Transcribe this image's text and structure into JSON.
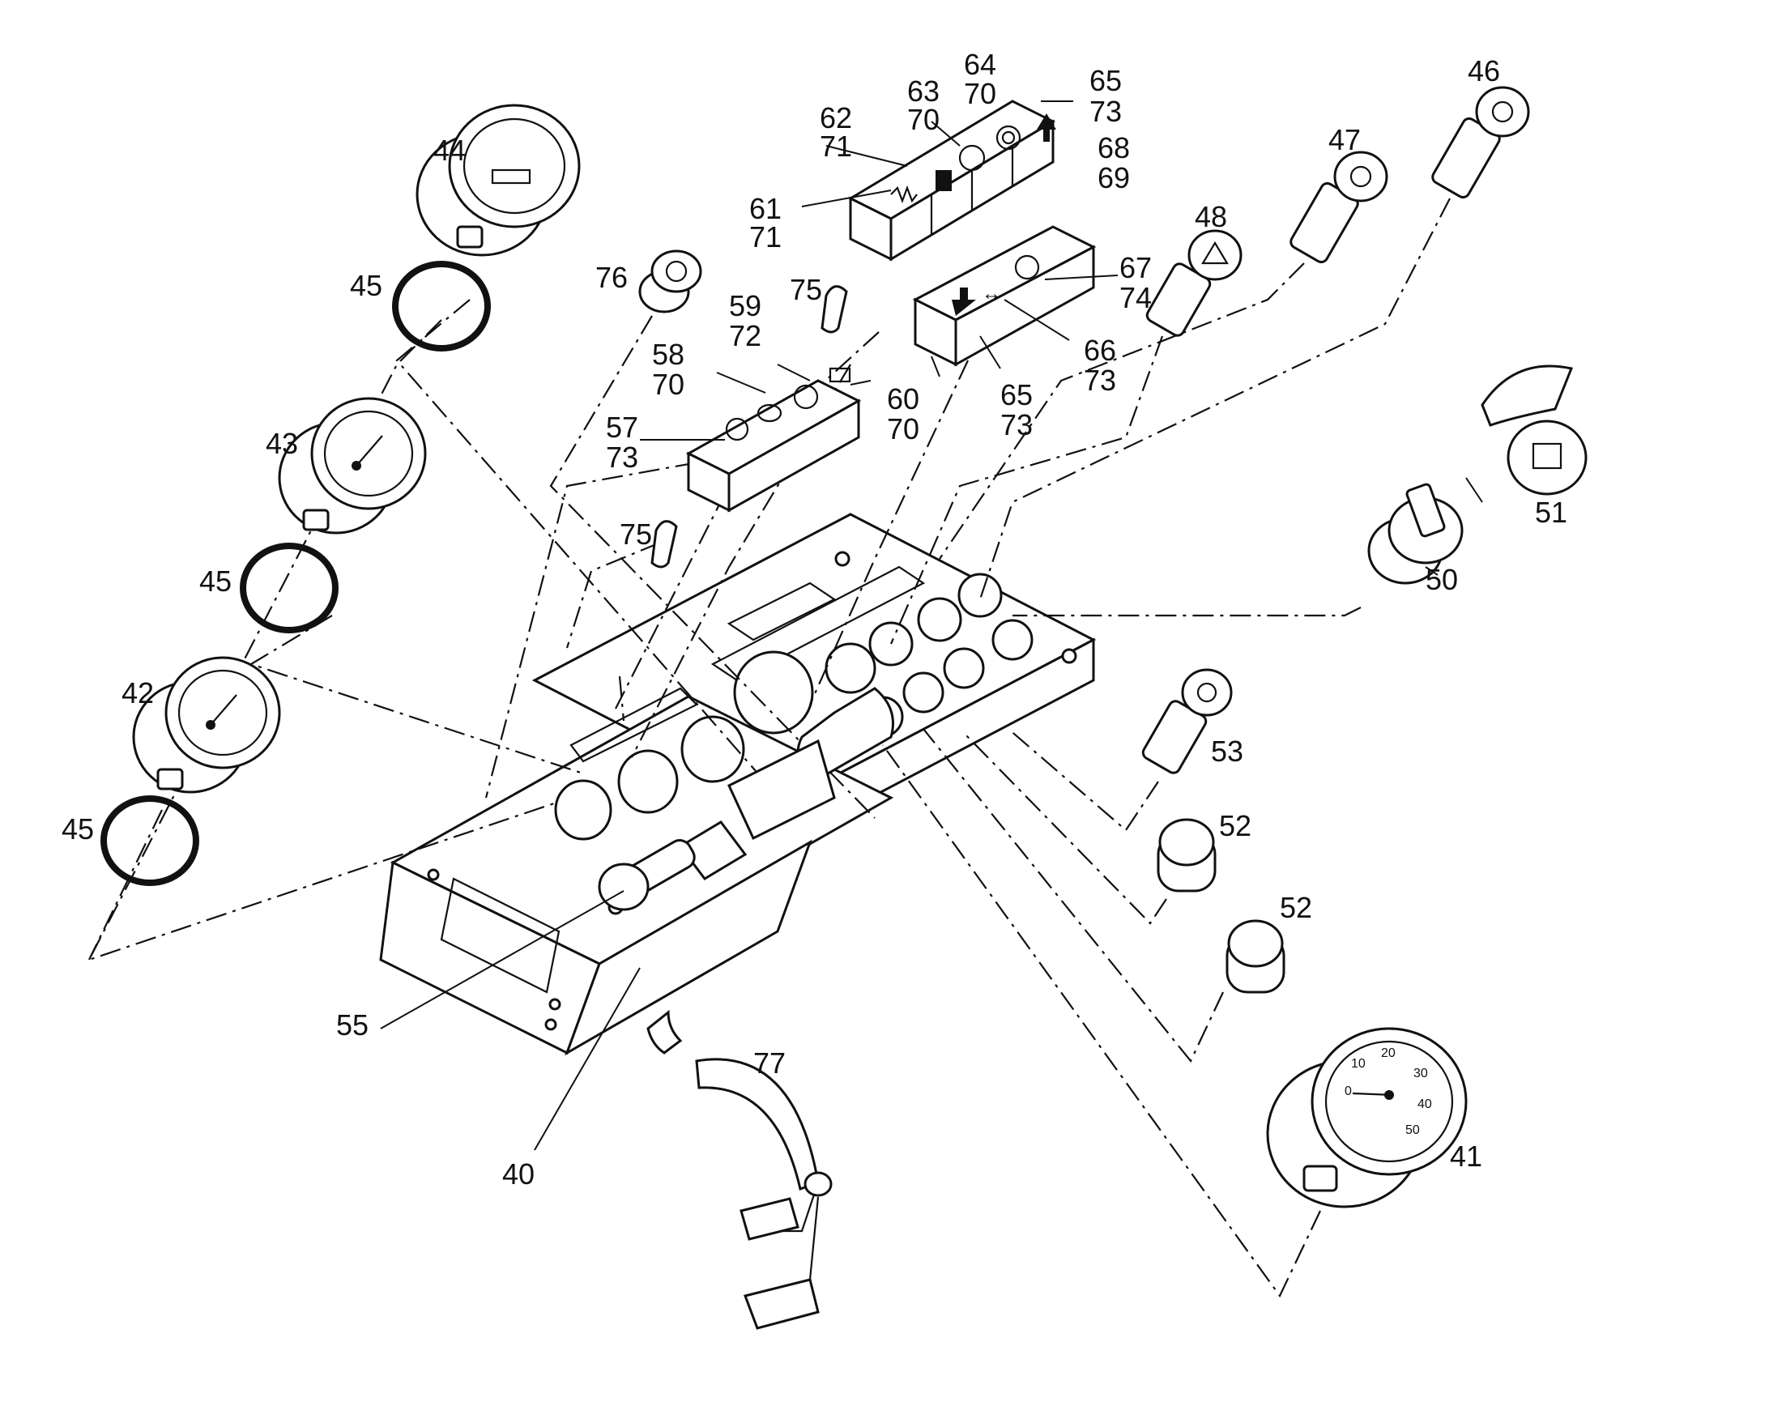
{
  "callouts": {
    "c40": "40",
    "c41": "41",
    "c42": "42",
    "c43": "43",
    "c44": "44",
    "c45a": "45",
    "c45b": "45",
    "c45c": "45",
    "c46": "46",
    "c47": "47",
    "c48": "48",
    "c50": "50",
    "c51": "51",
    "c52a": "52",
    "c52b": "52",
    "c53": "53",
    "c55": "55",
    "c57": "57",
    "c73a": "73",
    "c58": "58",
    "c70a": "70",
    "c59": "59",
    "c72": "72",
    "c60": "60",
    "c70b": "70",
    "c61": "61",
    "c71a": "71",
    "c62": "62",
    "c71b": "71",
    "c63": "63",
    "c70c": "70",
    "c64": "64",
    "c70d": "70",
    "c65a": "65",
    "c73b": "73",
    "c65b": "65",
    "c73c": "73",
    "c66": "66",
    "c73d": "73",
    "c67": "67",
    "c74": "74",
    "c68": "68",
    "c69": "69",
    "c75a": "75",
    "c75b": "75",
    "c76": "76",
    "c77": "77"
  },
  "gauge_dial_41": [
    "0",
    "10",
    "20",
    "30",
    "40",
    "50"
  ],
  "colors": {
    "ink": "#111111",
    "paper": "#ffffff"
  },
  "icons": [
    "fuel-gauge-icon",
    "temperature-gauge-icon",
    "speedometer-icon",
    "hazard-warning-icon",
    "key-switch-icon",
    "battery-warning-icon",
    "oil-pressure-icon",
    "fuel-warning-icon",
    "direction-arrow-icon"
  ]
}
